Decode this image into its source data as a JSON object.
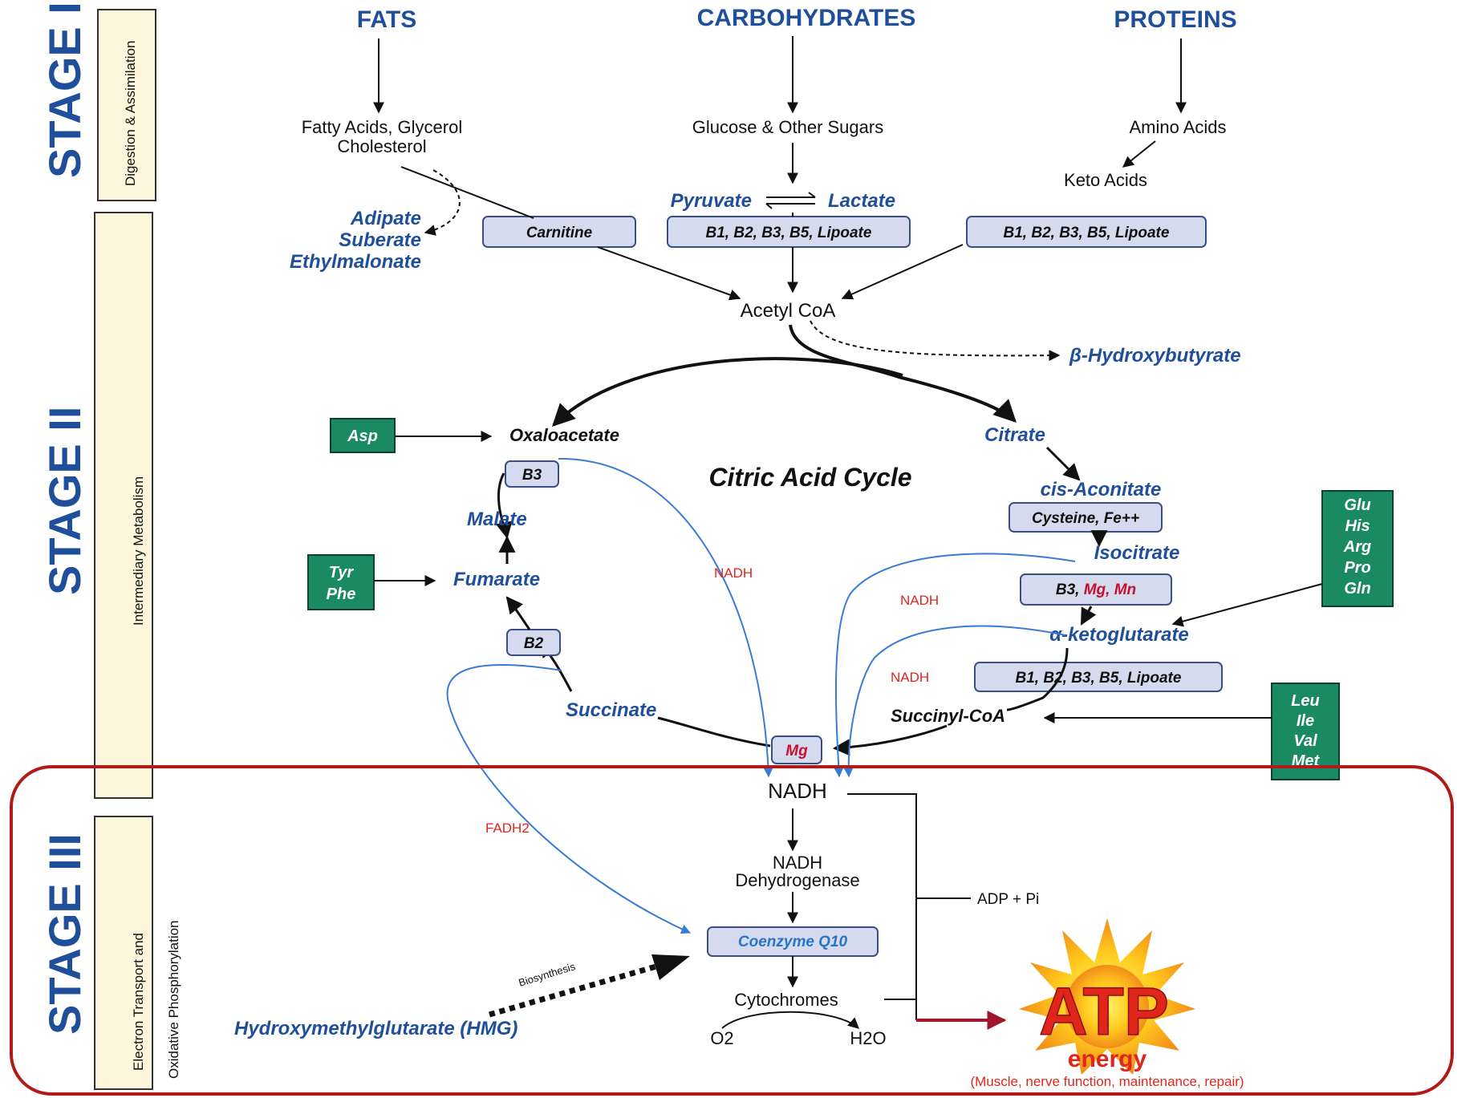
{
  "stages": {
    "stage1": {
      "title": "STAGE I",
      "side": "Digestion & Assimilation"
    },
    "stage2": {
      "title": "STAGE II",
      "side": "Intermediary Metabolism"
    },
    "stage3": {
      "title": "STAGE III",
      "side1": "Electron Transport and",
      "side2": "Oxidative Phosphorylation"
    }
  },
  "headers": {
    "fats": "FATS",
    "carbohydrates": "CARBOHYDRATES",
    "proteins": "PROTEINS"
  },
  "stage1_products": {
    "fatty_acids_line1": "Fatty Acids, Glycerol",
    "fatty_acids_line2": "Cholesterol",
    "glucose": "Glucose & Other Sugars",
    "amino_acids": "Amino Acids",
    "keto_acids": "Keto Acids"
  },
  "organic_acids": {
    "adipate": "Adipate",
    "suberate": "Suberate",
    "ethylmalonate": "Ethylmalonate",
    "pyruvate": "Pyruvate",
    "lactate": "Lactate",
    "hydroxybutyrate": "β-Hydroxybutyrate"
  },
  "cofactor_boxes": {
    "carnitine": "Carnitine",
    "pyruvate_cofactors": "B1, B2, B3, B5, Lipoate",
    "keto_cofactors": "B1, B2, B3, B5, Lipoate",
    "malate_b3": "B3",
    "succinate_b2": "B2",
    "aconitase": "Cysteine, Fe++",
    "isocitrate_b3": "B3, ",
    "isocitrate_minerals": "Mg, Mn",
    "akg_cofactors": "B1, B2, B3, B5, Lipoate",
    "mg": "Mg",
    "coq10": "Coenzyme Q10"
  },
  "cycle": {
    "acetyl_coa": "Acetyl CoA",
    "title": "Citric Acid Cycle",
    "oxaloacetate": "Oxaloacetate",
    "citrate": "Citrate",
    "cis_aconitate": "cis-Aconitate",
    "isocitrate": "Isocitrate",
    "alpha_kg": "α-ketoglutarate",
    "succinyl_coa": "Succinyl-CoA",
    "succinate": "Succinate",
    "fumarate": "Fumarate",
    "malate": "Malate"
  },
  "amino_acid_boxes": {
    "asp": [
      "Asp"
    ],
    "tyr_phe": [
      "Tyr",
      "Phe"
    ],
    "glu_group": [
      "Glu",
      "His",
      "Arg",
      "Pro",
      "Gln"
    ],
    "leu_group": [
      "Leu",
      "Ile",
      "Val",
      "Met"
    ]
  },
  "electron_transport": {
    "nadh_label_1": "NADH",
    "nadh_label_2": "NADH",
    "nadh_label_3": "NADH",
    "fadh2": "FADH2",
    "nadh_main": "NADH",
    "nadh_dh_line1": "NADH",
    "nadh_dh_line2": "Dehydrogenase",
    "adp": "ADP + Pi",
    "cytochromes": "Cytochromes",
    "o2": "O2",
    "h2o": "H2O",
    "biosynthesis": "Biosynthesis",
    "hmg": "Hydroxymethylglutarate (HMG)"
  },
  "atp": {
    "label": "ATP",
    "energy": "energy",
    "note": "(Muscle, nerve function, maintenance, repair)"
  },
  "colors": {
    "blue": "#1f4f9a",
    "red": "#e0261b",
    "green": "#1a8a63",
    "box_fill": "#d5dbee",
    "box_border": "#3b4f86",
    "stage_bar": "#fdf5dc",
    "frame": "#b21a1a"
  }
}
